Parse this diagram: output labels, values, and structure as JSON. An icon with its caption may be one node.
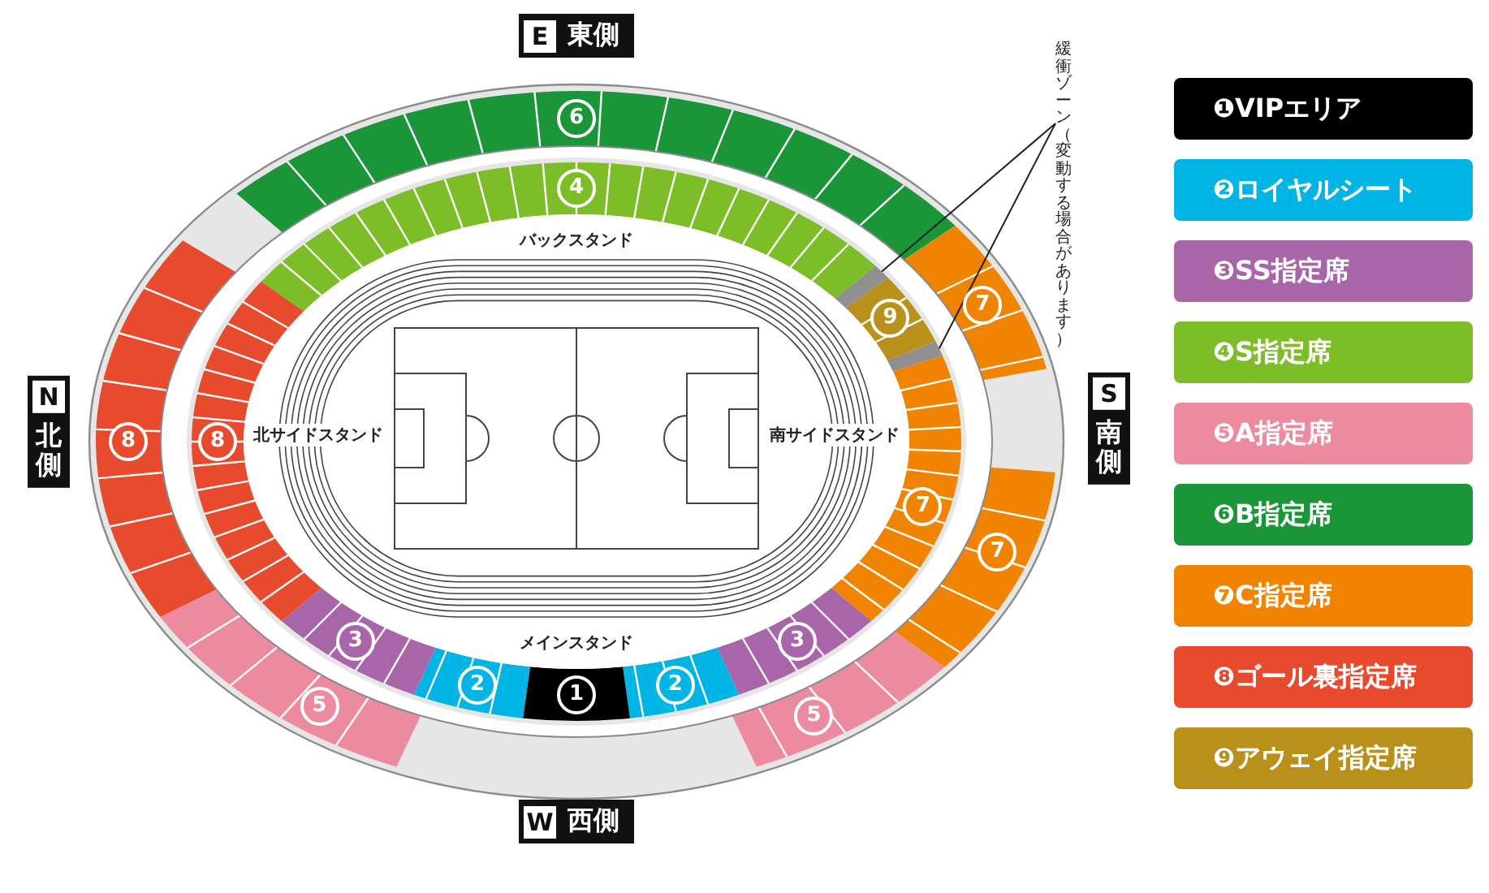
{
  "diagram": {
    "nodes": [
      {
        "text": [
          "緩衝ゾーン（変動する場合があります）"
        ]
      },
      {
        "text": [],
        "shape": "bar"
      },
      {
        "text": [],
        "shape": "bar"
      }
    ],
    "edges": [
      {
        "from": 0,
        "to": 1,
        "arrow": "none"
      },
      {
        "from": 0,
        "to": 2,
        "arrow": "none"
      }
    ],
    "labels": [
      "E",
      "東側",
      "6",
      "4",
      "バックスタンド",
      "9",
      "7",
      "N",
      "北側",
      "8",
      "8",
      "北サイドスタンド",
      "南サイドスタンド",
      "S",
      "南側",
      "7",
      "7",
      "3",
      "メインスタンド",
      "3",
      "2",
      "2",
      "5",
      "1",
      "5",
      "W",
      "西側"
    ],
    "legend": [
      {
        "text": "❶VIPエリア",
        "color": "#000000"
      },
      {
        "text": "❷ロイヤルシート",
        "color": "#00b4e6"
      },
      {
        "text": "❸SS指定席",
        "color": "#a865a8"
      },
      {
        "text": "❹S指定席",
        "color": "#7cbd28"
      },
      {
        "text": "❺A指定席",
        "color": "#ec8aa0"
      },
      {
        "text": "❻B指定席",
        "color": "#1a9639"
      },
      {
        "text": "❼C指定席",
        "color": "#f08300"
      },
      {
        "text": "❽ゴール裏指定席",
        "color": "#e84a2e"
      },
      {
        "text": "❾アウェイ指定席",
        "color": "#b8901a"
      }
    ]
  }
}
